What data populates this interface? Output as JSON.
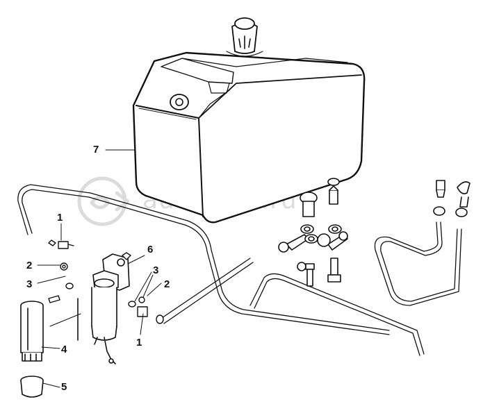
{
  "watermark": {
    "text": "autopiter.ru"
  },
  "callouts": [
    {
      "id": "c7",
      "text": "7"
    },
    {
      "id": "c6",
      "text": "6"
    },
    {
      "id": "c1a",
      "text": "1"
    },
    {
      "id": "c2a",
      "text": "2"
    },
    {
      "id": "c3a",
      "text": "3"
    },
    {
      "id": "c3b",
      "text": "3"
    },
    {
      "id": "c2b",
      "text": "2"
    },
    {
      "id": "c1b",
      "text": "1"
    },
    {
      "id": "c4",
      "text": "4"
    },
    {
      "id": "c5",
      "text": "5"
    }
  ],
  "colors": {
    "line": "#111111",
    "fill": "#ffffff",
    "watermark": "#dcdcdc"
  }
}
